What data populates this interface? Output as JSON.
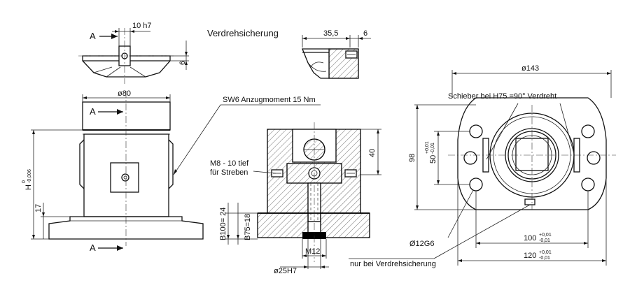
{
  "labels": {
    "title_verdreh": "Verdrehsicherung",
    "sw6": "SW6 Anzugmoment  15 Nm",
    "m8": "M8 - 10 tief",
    "fuer_streben": "für Streben",
    "schieber": "Schieber bei H75 =90° Verdreht",
    "nur_bei": "nur bei Verdrehsicherung",
    "section_a": "A"
  },
  "dimensions": {
    "d_10h7": "10 h7",
    "d_6_left": "6",
    "d_35_5": "35,5",
    "d_6_right": "6",
    "d_phi80": "ø80",
    "d_H": "H",
    "d_H_tol_upper": "0",
    "d_H_tol_lower": "-0,006",
    "d_17": "17",
    "d_40": "40",
    "d_B100": "B100= 24",
    "d_B75": "B75=18",
    "d_M12": "M12",
    "d_phi25": "ø25H7",
    "d_phi143": "ø143",
    "d_98": "98",
    "d_50": "50",
    "d_50_tol_upper": "+0,01",
    "d_50_tol_lower": "-0,01",
    "d_phi12": "Ø12G6",
    "d_100": "100",
    "d_100_tol_upper": "+0,01",
    "d_100_tol_lower": "-0,01",
    "d_120": "120",
    "d_120_tol_upper": "+0,01",
    "d_120_tol_lower": "-0,01"
  },
  "colors": {
    "line": "#111111",
    "background": "#ffffff"
  }
}
